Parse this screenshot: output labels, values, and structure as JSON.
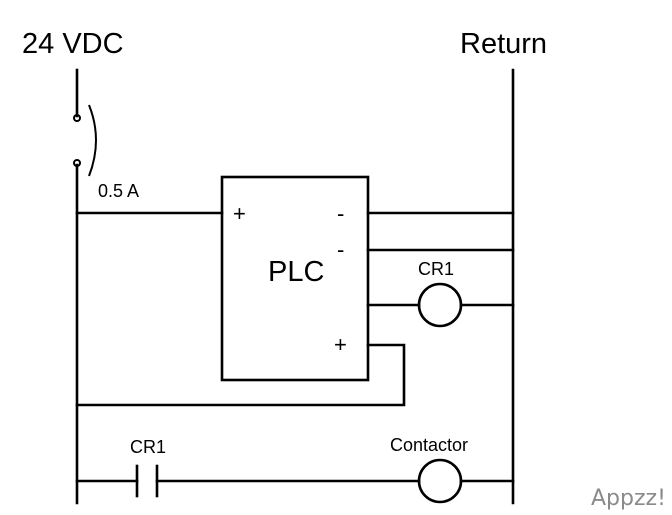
{
  "supply_label": "24 VDC",
  "return_label": "Return",
  "fuse_rating": "0.5 A",
  "plc": {
    "label": "PLC",
    "terminal_in_plus": "+",
    "terminal_minus_1": "-",
    "terminal_minus_2": "-",
    "terminal_out_plus": "+"
  },
  "relay_coil_label": "CR1",
  "relay_contact_label": "CR1",
  "contactor_label": "Contactor",
  "watermark": "Appzz!"
}
